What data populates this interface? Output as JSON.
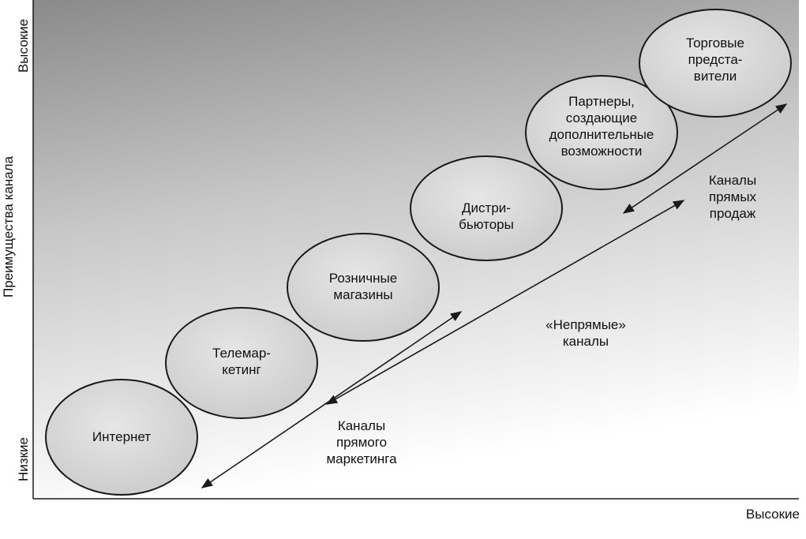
{
  "y_axis": {
    "title": "Преимущества канала",
    "top_label": "Высокие",
    "bottom_label": "Низкие"
  },
  "x_axis": {
    "right_label": "Высокие"
  },
  "nodes": [
    {
      "id": "internet",
      "label": "Интернет"
    },
    {
      "id": "telemarketing",
      "label": "Телемар-\nкетинг"
    },
    {
      "id": "retail",
      "label": "Розничные\nмагазины"
    },
    {
      "id": "distributors",
      "label": "Дистри-\nбьюторы"
    },
    {
      "id": "partners",
      "label": "Партнеры,\nсоздающие\nдополнительные\nвозможности"
    },
    {
      "id": "sales_reps",
      "label": "Торговые\nпредста-\nвители"
    }
  ],
  "ranges": {
    "direct_marketing": "Каналы\nпрямого\nмаркетинга",
    "indirect": "«Непрямые»\nканалы",
    "direct_sales": "Каналы\nпрямых\nпродаж"
  },
  "colors": {
    "background_top": "#8e8e8e",
    "background_bottom": "#ffffff",
    "ellipse_fill": "#dcdcdc",
    "stroke": "#1a1a1a"
  }
}
